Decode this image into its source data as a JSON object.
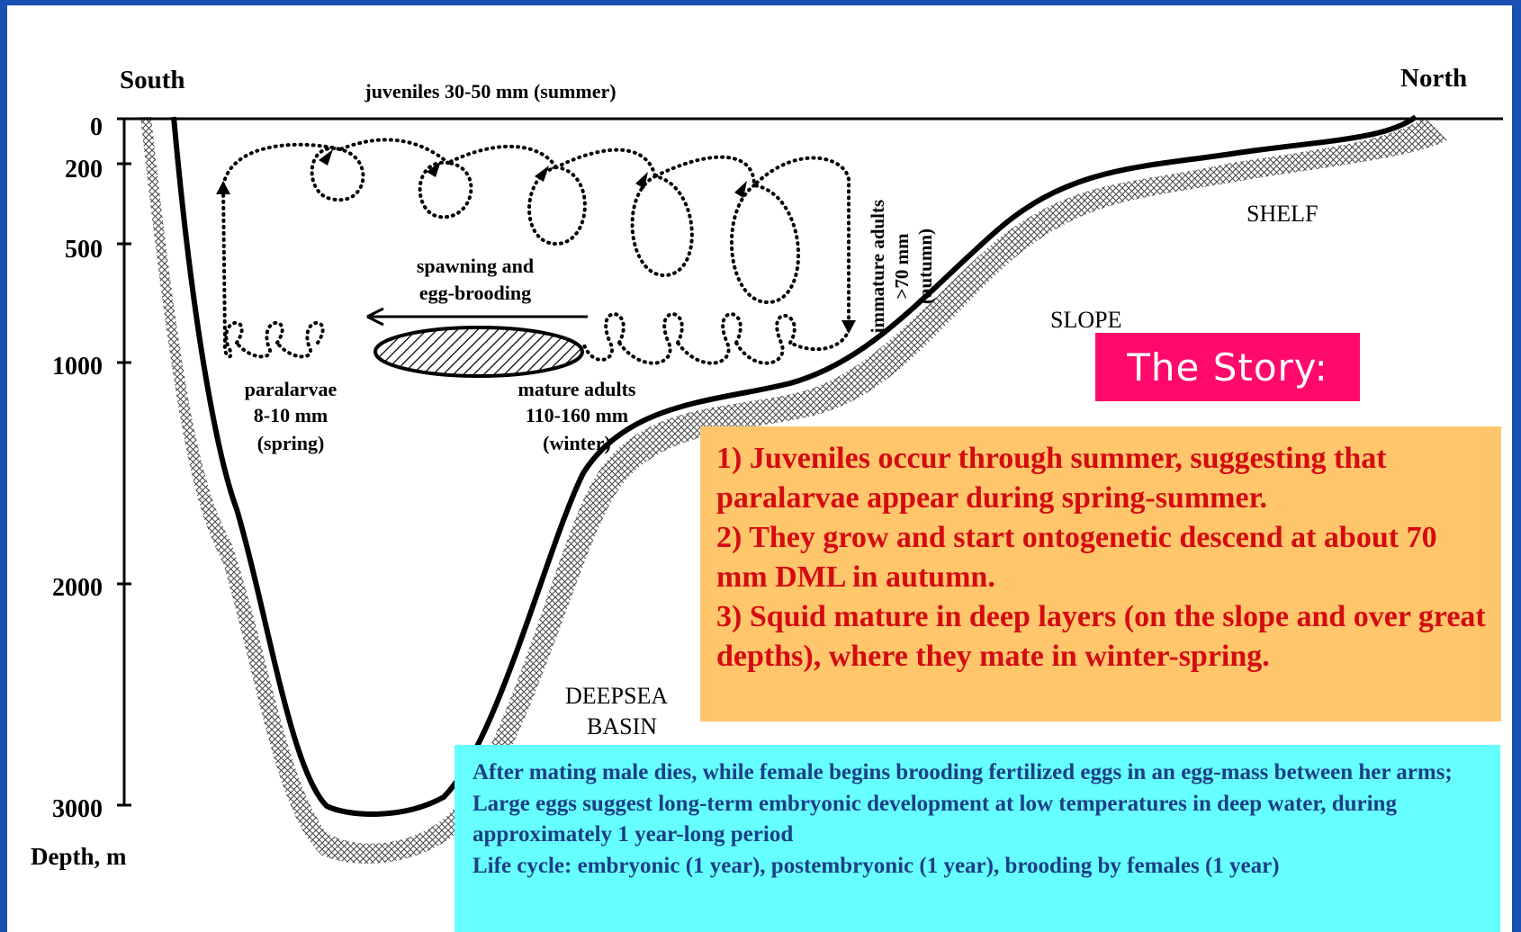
{
  "diagram": {
    "direction_left": "South",
    "direction_right": "North",
    "axis_title": "Depth, m",
    "depth_ticks": [
      "0",
      "200",
      "500",
      "1000",
      "2000",
      "3000"
    ],
    "zones": {
      "shelf": "SHELF",
      "slope": "SLOPE",
      "deepsea_line1": "DEEPSEA",
      "deepsea_line2": "BASIN"
    },
    "stages": {
      "juveniles": "juveniles 30-50 mm (summer)",
      "spawning_line1": "spawning and",
      "spawning_line2": "egg-brooding",
      "paralarvae_line1": "paralarvae",
      "paralarvae_line2": "8-10 mm",
      "paralarvae_line3": "(spring)",
      "mature_line1": "mature adults",
      "mature_line2": "110-160 mm",
      "mature_line3": "(winter)",
      "immature_line1": "immature adults",
      "immature_line2": ">70 mm",
      "immature_line3": "(autumn)"
    }
  },
  "story_label": "The Story:",
  "story_points": [
    "1) Juveniles occur through summer, suggesting that paralarvae appear during spring-summer.",
    "2) They grow and start ontogenetic descend at about 70 mm DML in autumn.",
    "3) Squid mature in deep layers (on the slope and over great depths), where they mate in winter-spring."
  ],
  "notes": [
    "After mating male dies, while female begins brooding fertilized eggs in an egg-mass between her arms;",
    "Large eggs suggest long-term embryonic development at low temperatures in deep water, during approximately 1 year-long period",
    "Life cycle: embryonic (1 year), postembryonic (1  year), brooding by females (1 year)"
  ],
  "colors": {
    "frame": "#1a4fb4",
    "story_label_bg": "#ff0a6c",
    "story_box_bg": "#ffc66b",
    "story_text": "#d40b12",
    "notes_bg": "#66ffff",
    "notes_text": "#1c3f86"
  }
}
